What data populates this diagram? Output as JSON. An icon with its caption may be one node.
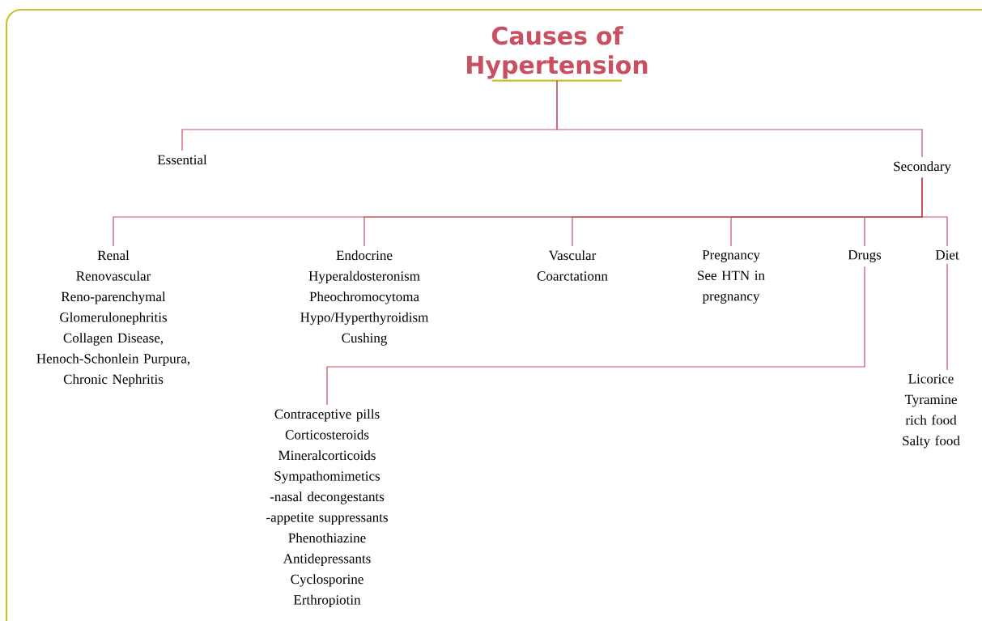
{
  "diagram": {
    "nodes": [
      {
        "text": [
          "Causes of Hypertension"
        ]
      },
      {
        "text": [
          "Essential"
        ]
      },
      {
        "text": [
          "Secondary"
        ]
      },
      {
        "text": [
          "Renal",
          "Renovascular",
          "Reno-parenchymal",
          "Glomerulonephritis",
          "Collagen Disease,",
          "Henoch-Schonlein Purpura,",
          "Chronic Nephritis"
        ]
      },
      {
        "text": [
          "Endocrine",
          "Hyperaldosteronism",
          "Pheochromocytoma",
          "Hypo/Hyperthyroidism",
          "Cushing"
        ]
      },
      {
        "text": [
          "Vascular",
          "Coarctationn"
        ]
      },
      {
        "text": [
          "Pregnancy",
          "See HTN in pregnancy"
        ]
      },
      {
        "text": [
          "Drugs"
        ]
      },
      {
        "text": [
          "Diet"
        ]
      },
      {
        "text": [
          "Contraceptive pills",
          "Corticosteroids",
          "Mineralcorticoids",
          "Sympathomimetics",
          "-nasal decongestants",
          "-appetite suppressants",
          "Phenothiazine",
          "Antidepressants",
          "Cyclosporine",
          "Erthropiotin"
        ]
      },
      {
        "text": [
          "Licorice",
          "Tyramine rich food",
          "Salty food"
        ]
      }
    ],
    "edges": [
      {
        "from": 0,
        "to": 1,
        "arrow": "none"
      },
      {
        "from": 0,
        "to": 2,
        "arrow": "none"
      },
      {
        "from": 2,
        "to": 3,
        "arrow": "none"
      },
      {
        "from": 2,
        "to": 4,
        "arrow": "none"
      },
      {
        "from": 2,
        "to": 5,
        "arrow": "none"
      },
      {
        "from": 2,
        "to": 6,
        "arrow": "none"
      },
      {
        "from": 2,
        "to": 7,
        "arrow": "none"
      },
      {
        "from": 2,
        "to": 8,
        "arrow": "none"
      },
      {
        "from": 7,
        "to": 9,
        "arrow": "none"
      },
      {
        "from": 8,
        "to": 10,
        "arrow": "none"
      }
    ]
  }
}
